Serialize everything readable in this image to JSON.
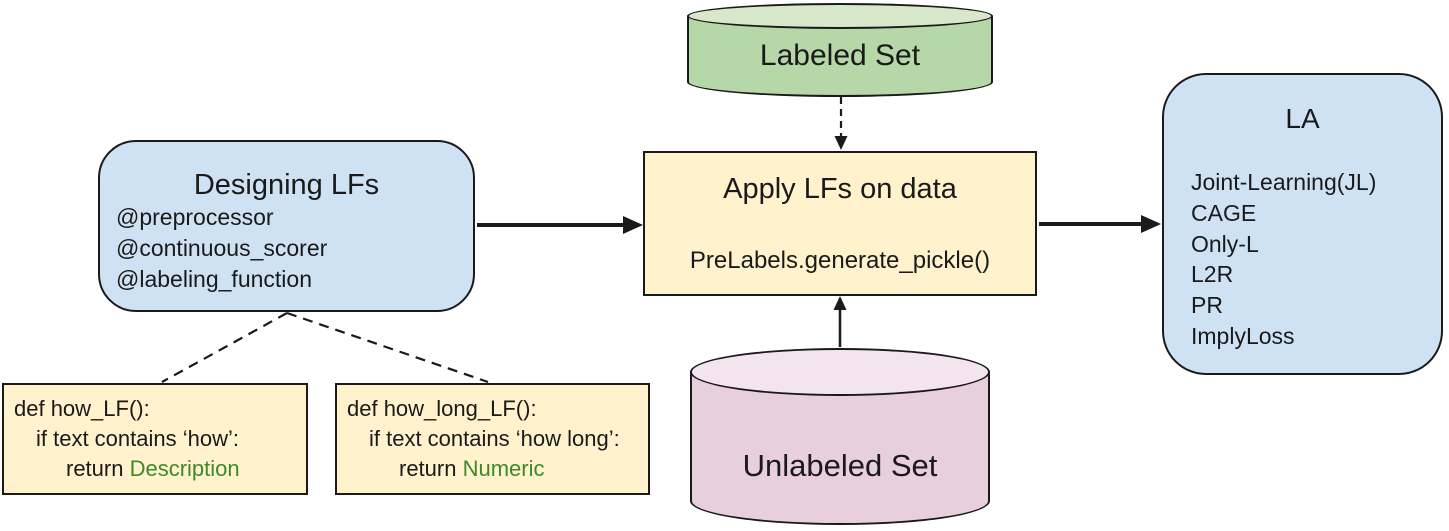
{
  "diagram": {
    "designing_lfs": {
      "title": "Designing LFs",
      "items": [
        "@preprocessor",
        "@continuous_scorer",
        "@labeling_function"
      ]
    },
    "labeled_set": {
      "label": "Labeled Set"
    },
    "unlabeled_set": {
      "label": "Unlabeled Set"
    },
    "apply_lfs": {
      "title": "Apply LFs on data",
      "code": "PreLabels.generate_pickle()"
    },
    "la": {
      "title": "LA",
      "items": [
        "Joint-Learning(JL)",
        "CAGE",
        "Only-L",
        "L2R",
        "PR",
        "ImplyLoss"
      ]
    },
    "code_box_1": {
      "line1": "def how_LF():",
      "line2": "if text contains ‘how’:",
      "return_kw": "return ",
      "return_value": "Description"
    },
    "code_box_2": {
      "line1": "def how_long_LF():",
      "line2": "if text contains ‘how long’:",
      "return_kw": "return ",
      "return_value": "Numeric"
    },
    "colors": {
      "blue_fill": "#cfe2f3",
      "cream_fill": "#fff2cc",
      "green_cylinder": "#b6d7a8",
      "green_cylinder_top": "#d8e8ca",
      "pink_cylinder": "#e8cfdd",
      "pink_cylinder_top": "#f3e5ee",
      "code_green": "#3d8a28",
      "stroke": "#1a1a1a"
    }
  }
}
